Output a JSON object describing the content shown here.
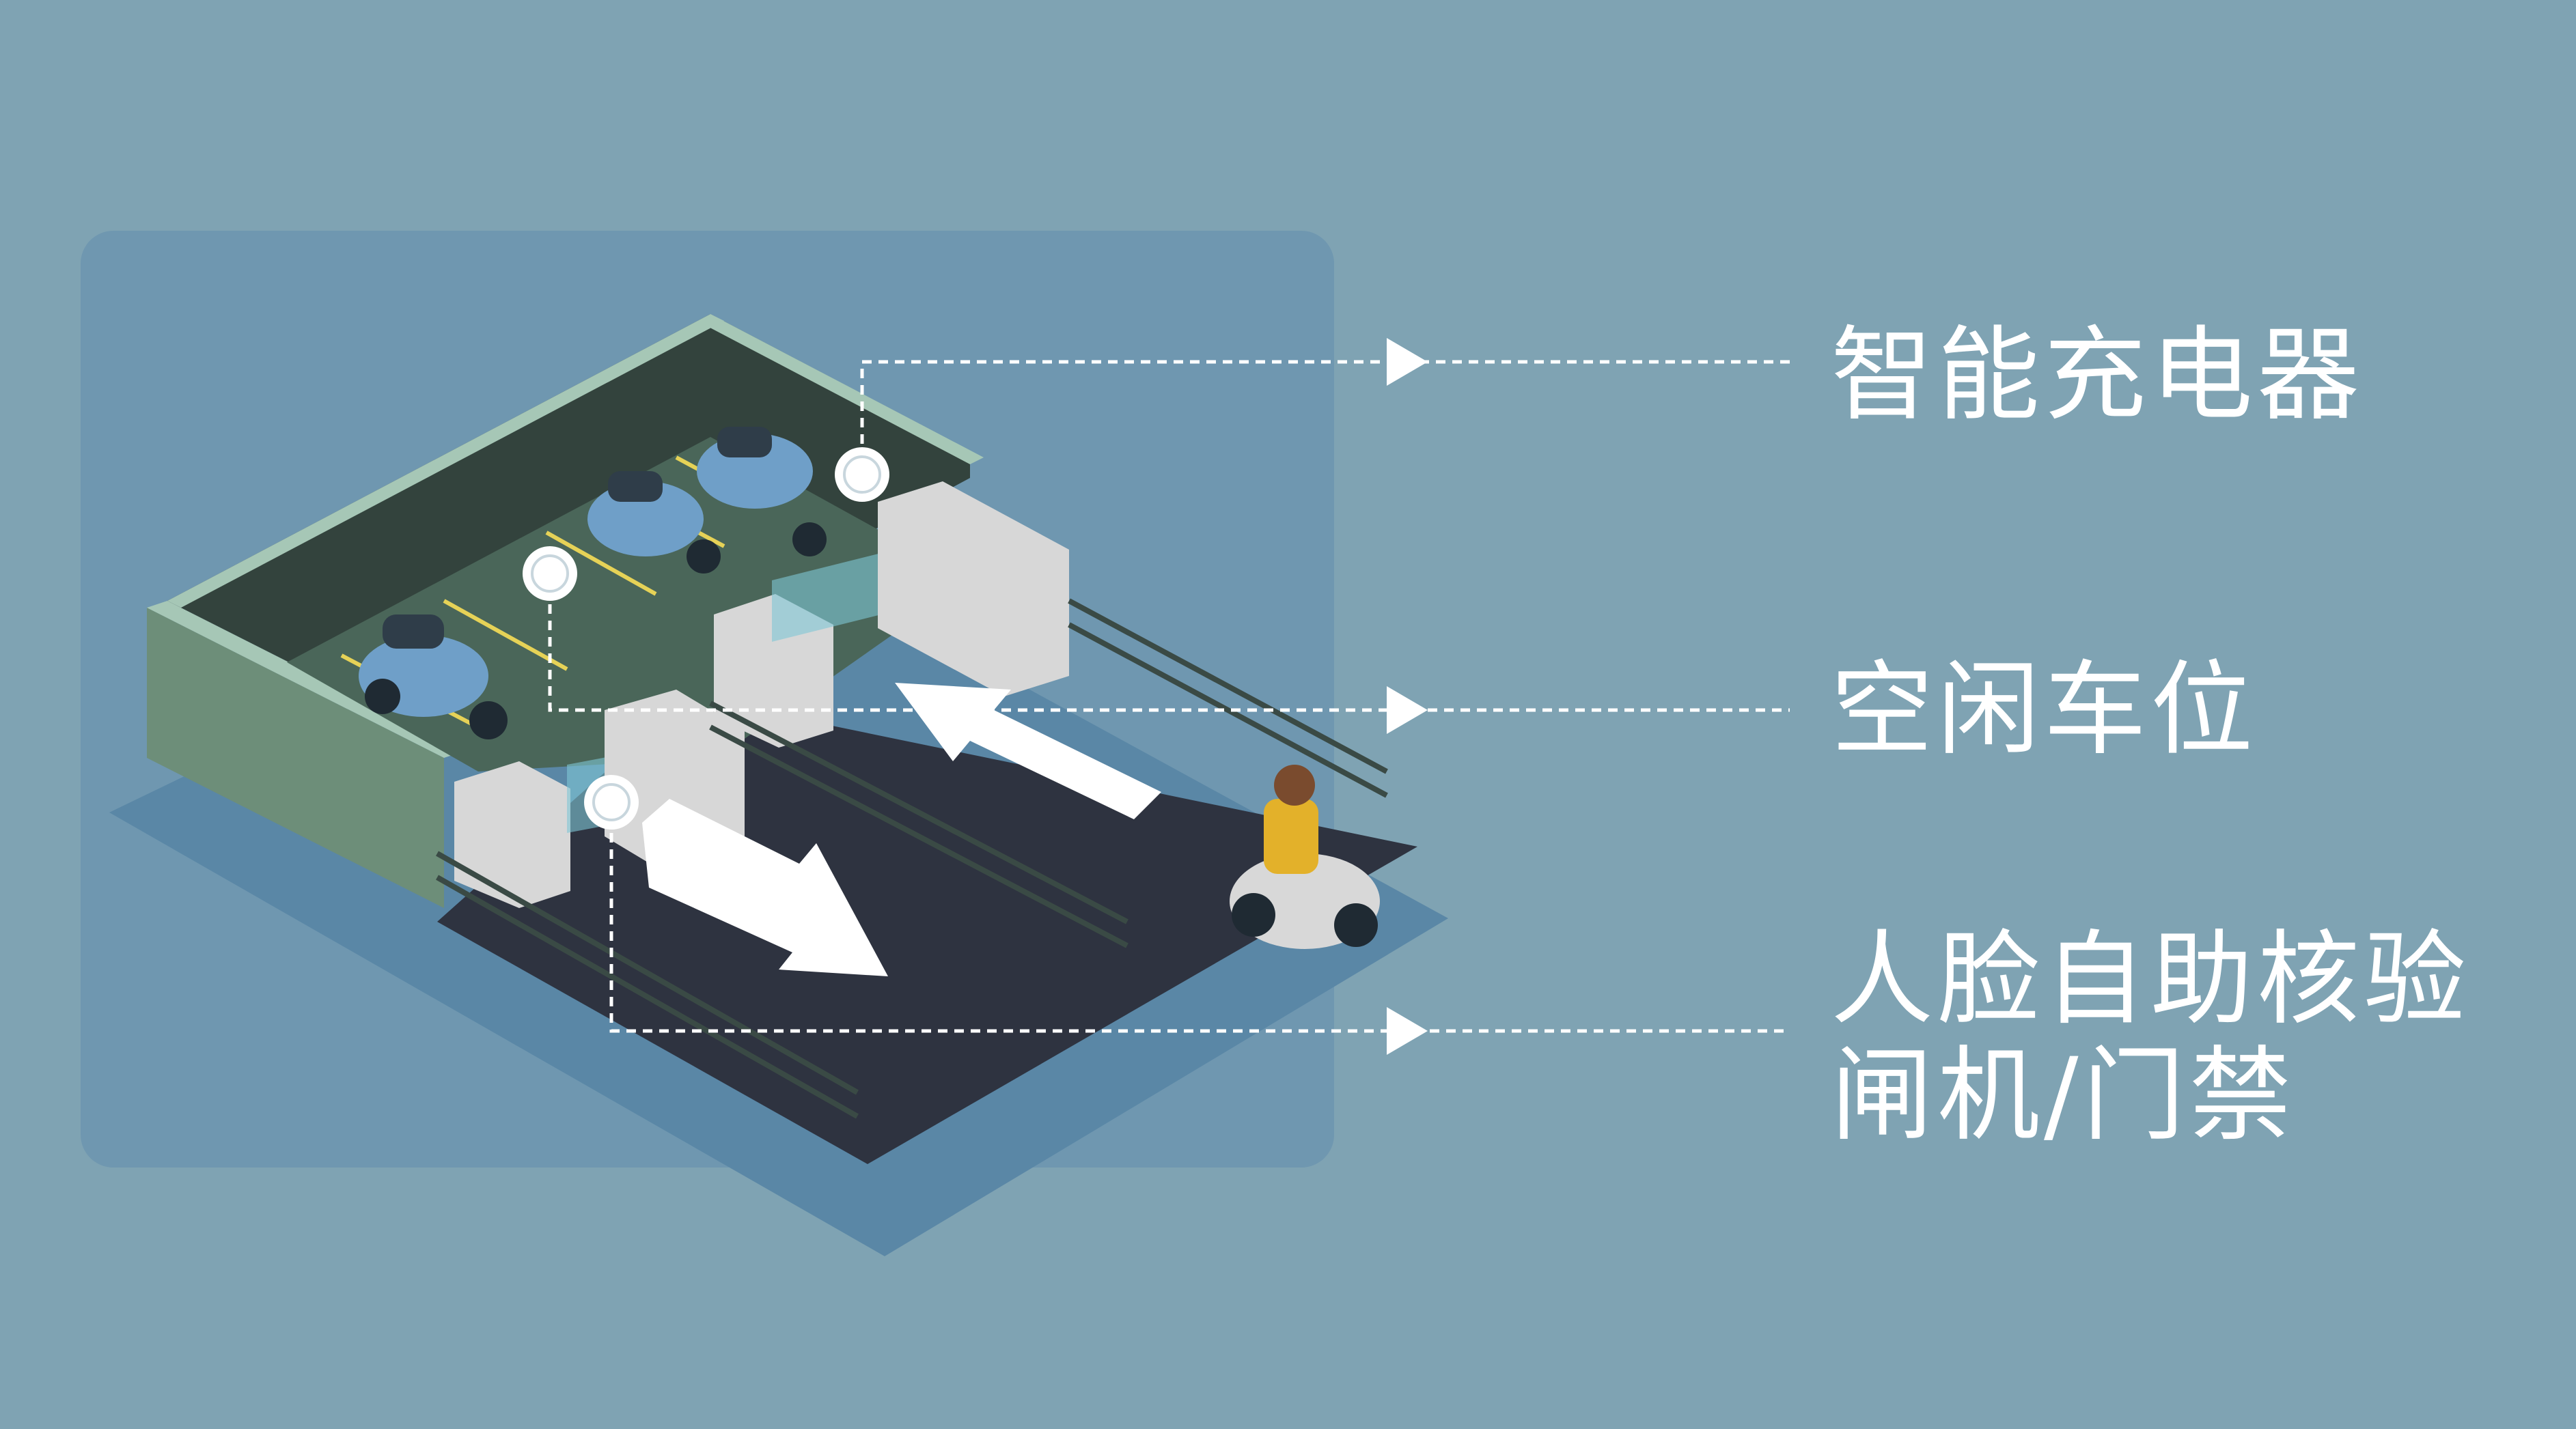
{
  "labels": {
    "charger": "智能充电器",
    "free_space": "空闲车位",
    "gate_line1": "人脸自助核验",
    "gate_line2": "闸机/门禁"
  },
  "colors": {
    "background": "#7fa3b3",
    "panel": "#6f97b0",
    "floor_shadow": "#5a87a6",
    "road": "#2e3340",
    "parking_floor": "#4a6659",
    "wall_dark": "#33433d",
    "wall_side": "#6d8e79",
    "wall_top": "#a6c7b6",
    "arrow": "#ffffff",
    "scooter": "#6f9fc8",
    "rider_shirt": "#e3b12a",
    "gate": "#d7d7d7",
    "glass": "#7fc7d6",
    "fence": "#3a4a45",
    "callout_line": "#ffffff"
  }
}
